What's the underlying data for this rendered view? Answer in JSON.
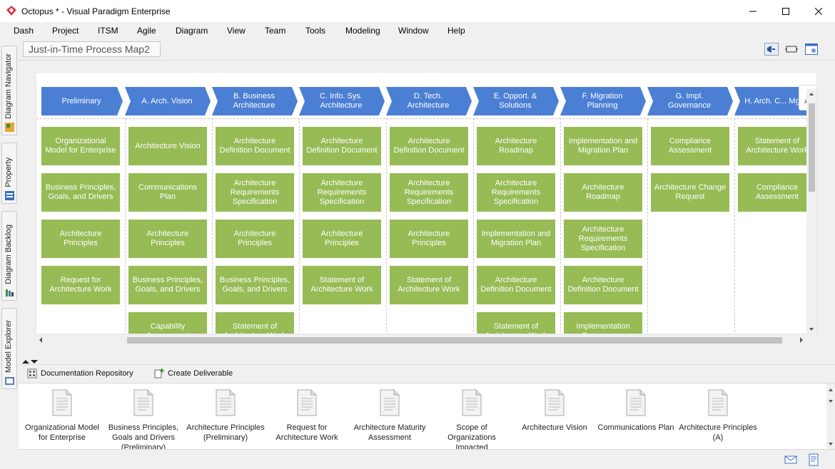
{
  "window": {
    "title": "Octopus * - Visual Paradigm Enterprise"
  },
  "menu": [
    "Dash",
    "Project",
    "ITSM",
    "Agile",
    "Diagram",
    "View",
    "Team",
    "Tools",
    "Modeling",
    "Window",
    "Help"
  ],
  "side_tabs": [
    "Diagram Navigator",
    "Property",
    "Diagram Backlog",
    "Model Explorer"
  ],
  "breadcrumb": "Just-in-Time Process Map2",
  "phases": [
    "Preliminary",
    "A. Arch. Vision",
    "B. Business Architecture",
    "C. Info. Sys. Architecture",
    "D. Tech. Architecture",
    "E. Opport. & Solutions",
    "F. Migration Planning",
    "G. Impl. Governance",
    "H. Arch. C... Mgmt"
  ],
  "columns": [
    [
      "Organizational Model for Enterprise",
      "Business Principles, Goals, and Drivers",
      "Architecture Principles",
      "Request for Architecture Work"
    ],
    [
      "Architecture Vision",
      "Communications Plan",
      "Architecture Principles",
      "Business Principles, Goals, and Drivers",
      "Capability Assessment"
    ],
    [
      "Architecture Definition Document",
      "Architecture Requirements Specification",
      "Architecture Principles",
      "Business Principles, Goals, and Drivers",
      "Statement of Architecture Work"
    ],
    [
      "Architecture Definition Document",
      "Architecture Requirements Specification",
      "Architecture Principles",
      "Statement of Architecture Work"
    ],
    [
      "Architecture Definition Document",
      "Architecture Requirements Specification",
      "Architecture Principles",
      "Statement of Architecture Work"
    ],
    [
      "Architecture Roadmap",
      "Architecture Requirements Specification",
      "Implementation and Migration Plan",
      "Architecture Definition Document",
      "Statement of Architecture Work"
    ],
    [
      "Implementation and Migration Plan",
      "Architecture Roadmap",
      "Architecture Requirements Specification",
      "Architecture Definition Document",
      "Implementation Governance"
    ],
    [
      "Compliance Assessment",
      "Architecture Change Request"
    ],
    [
      "Statement of Architecture Work",
      "Compliance Assessment"
    ]
  ],
  "bottom_toolbar": {
    "repository": "Documentation Repository",
    "create": "Create Deliverable"
  },
  "repository_items": [
    "Organizational Model for Enterprise",
    "Business Principles, Goals and Drivers (Preliminary)",
    "Architecture Principles (Preliminary)",
    "Request for Architecture Work",
    "Architecture Maturity Assessment",
    "Scope of Organizations Impacted",
    "Architecture Vision",
    "Communications Plan",
    "Architecture Principles (A)"
  ],
  "colors": {
    "phase": "#4a7fd4",
    "deliverable": "#97bb55"
  }
}
